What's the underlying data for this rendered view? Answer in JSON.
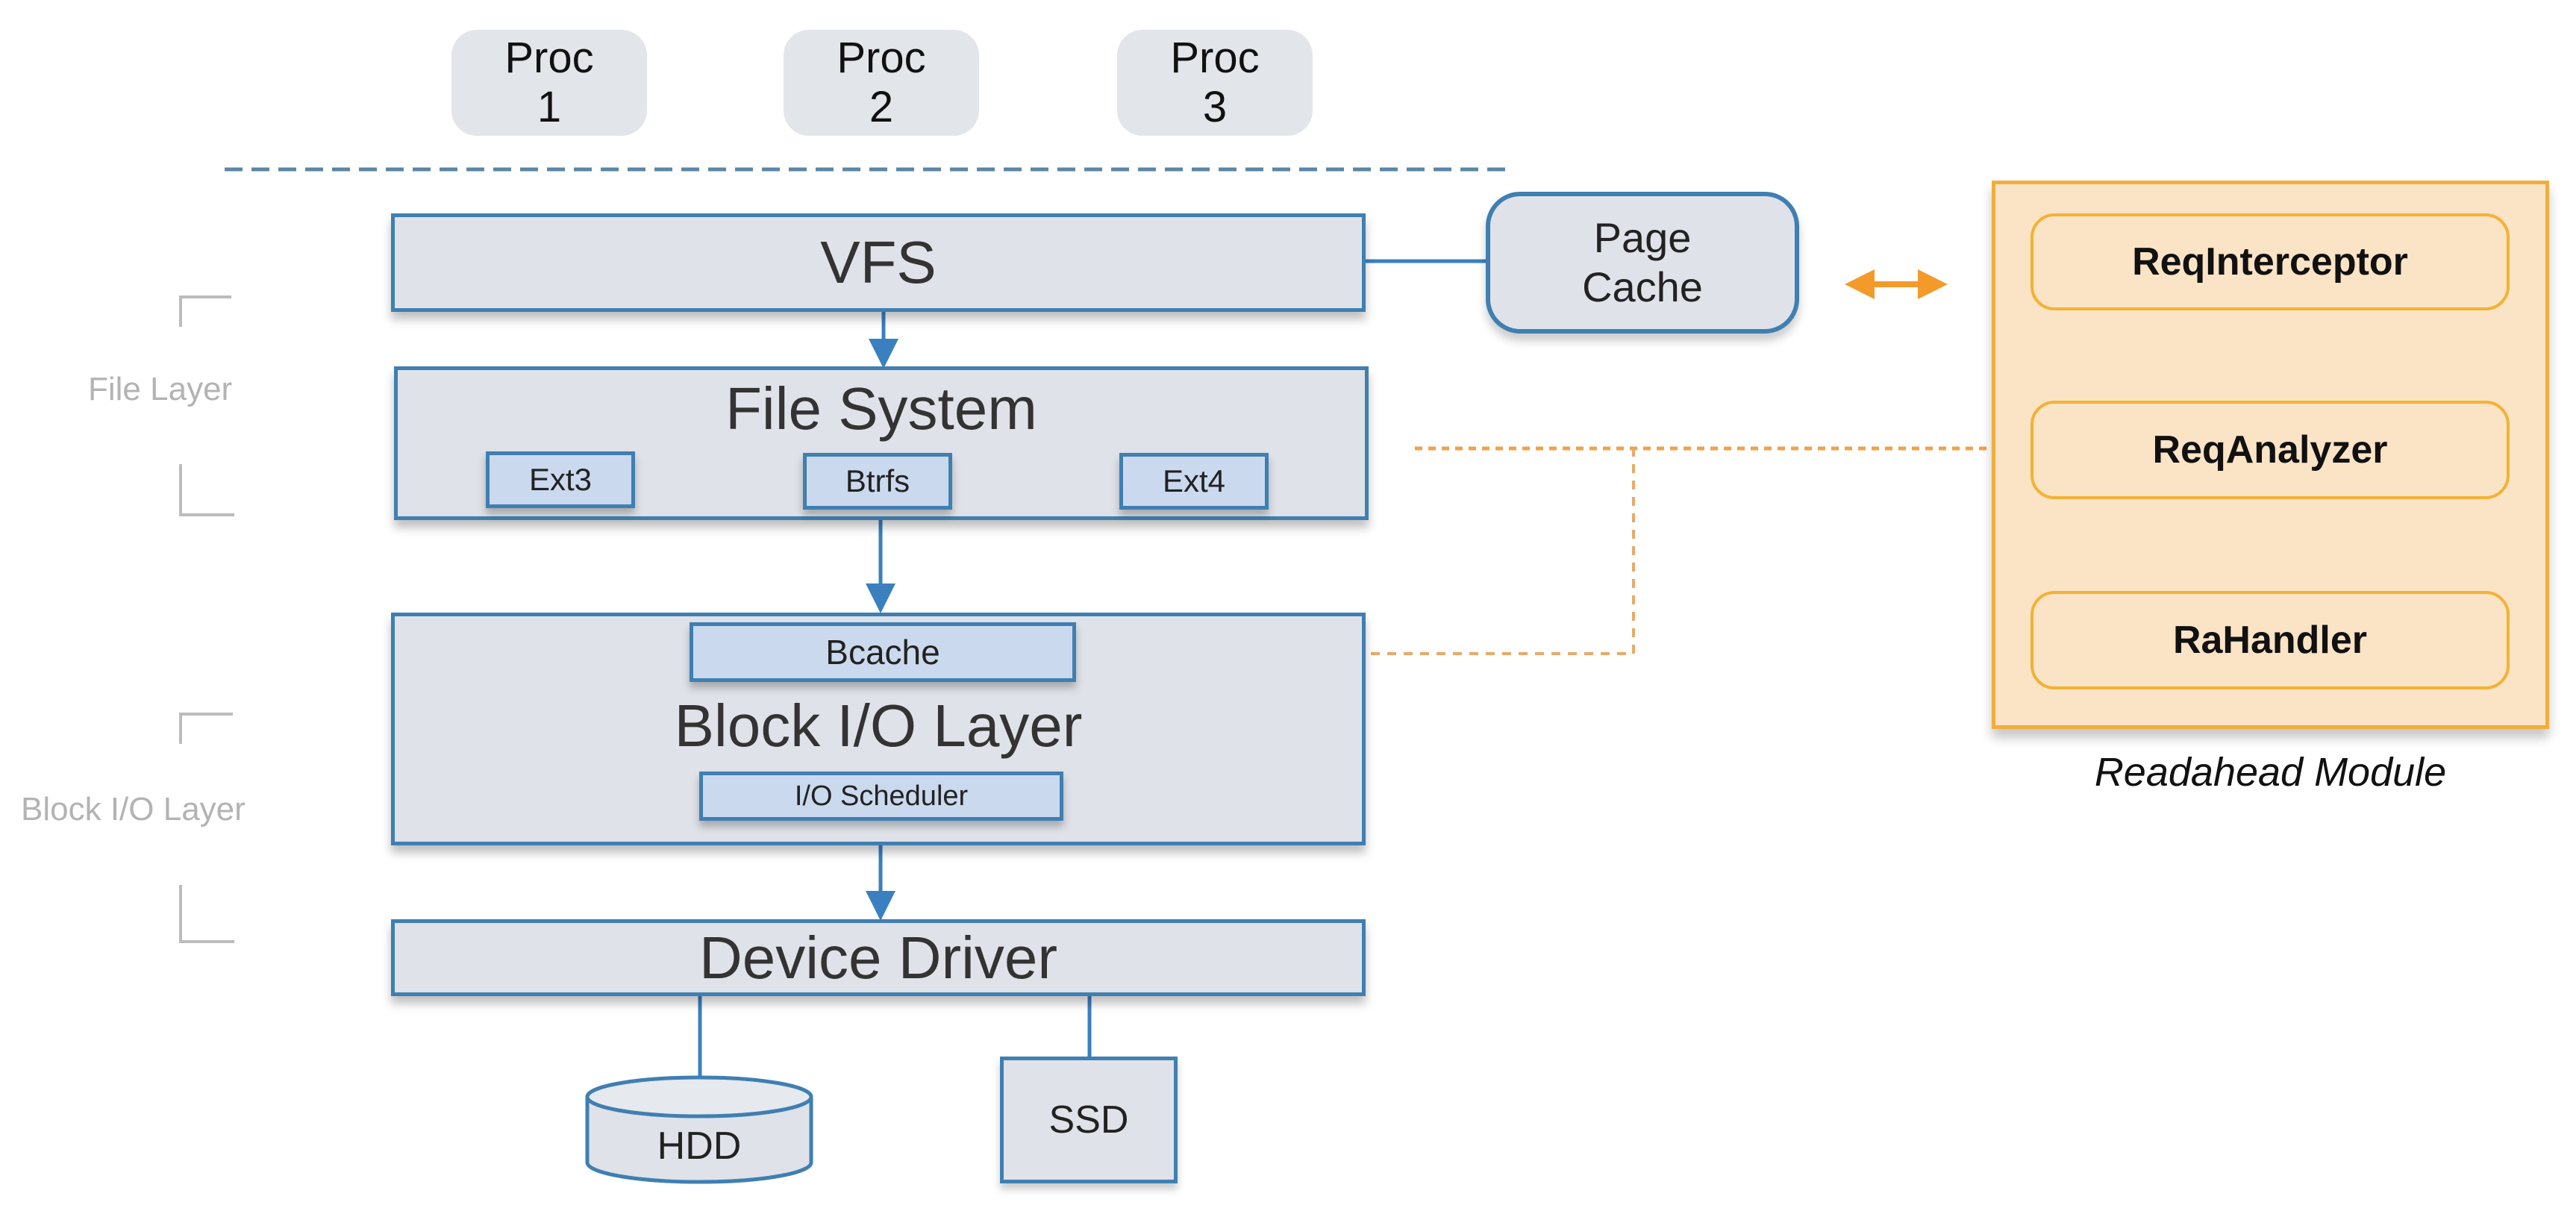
{
  "processes": [
    {
      "line1": "Proc",
      "line2": "1"
    },
    {
      "line1": "Proc",
      "line2": "2"
    },
    {
      "line1": "Proc",
      "line2": "3"
    }
  ],
  "layers": {
    "vfs": "VFS",
    "file_system": "File System",
    "block_io": "Block I/O Layer",
    "device_driver": "Device Driver"
  },
  "file_systems": [
    "Ext3",
    "Btrfs",
    "Ext4"
  ],
  "block_components": {
    "bcache": "Bcache",
    "io_scheduler": "I/O Scheduler"
  },
  "page_cache": {
    "line1": "Page",
    "line2": "Cache"
  },
  "storage": {
    "hdd": "HDD",
    "ssd": "SSD"
  },
  "readahead_module": {
    "caption": "Readahead Module",
    "components": [
      "ReqInterceptor",
      "ReqAnalyzer",
      "RaHandler"
    ]
  },
  "side_labels": {
    "file_layer": "File Layer",
    "block_layer": "Block I/O Layer"
  },
  "colors": {
    "blue": "#3f7fb2",
    "orange": "#f39a2b",
    "module_fill": "#fbe3c6",
    "box_fill": "#dfe2e8"
  }
}
